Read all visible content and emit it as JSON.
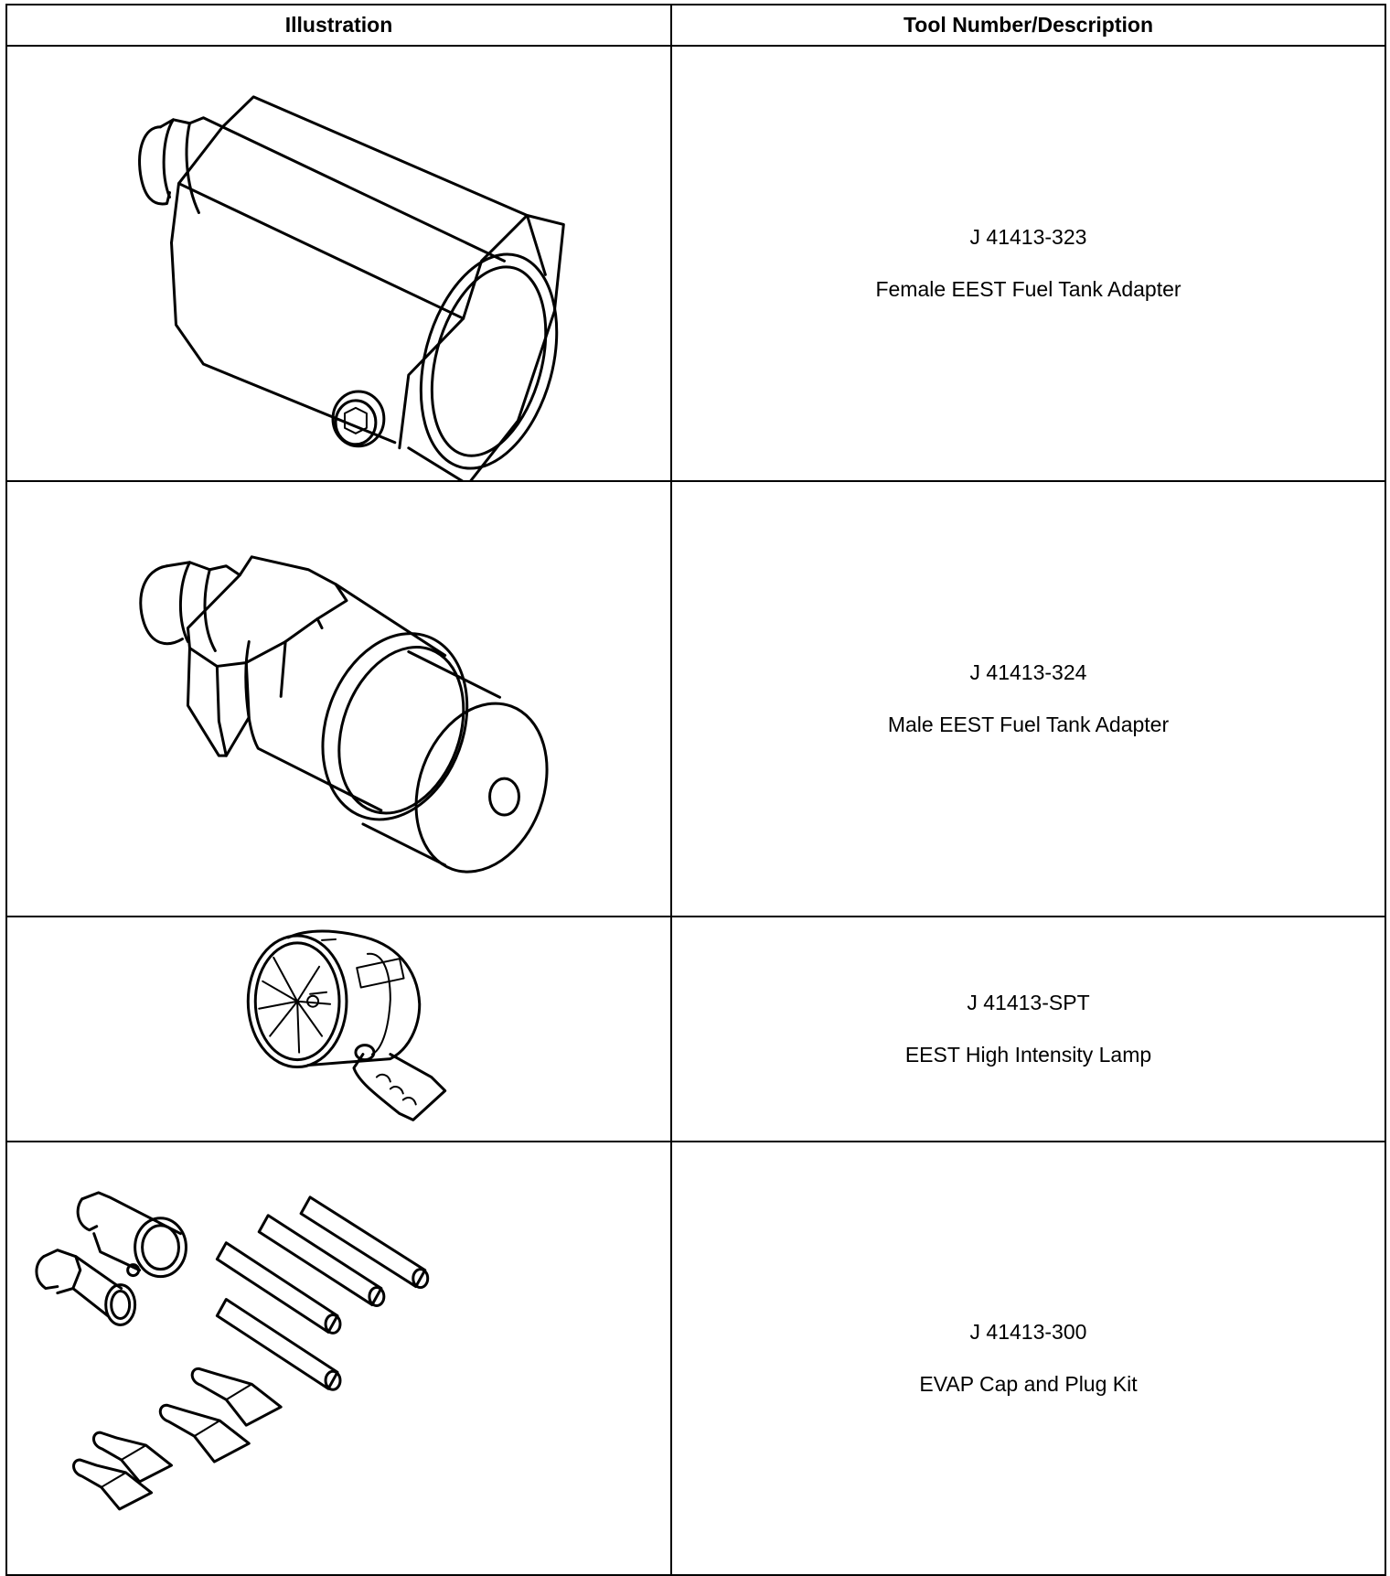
{
  "table": {
    "headers": {
      "illustration": "Illustration",
      "tool": "Tool Number/Description"
    },
    "rows": [
      {
        "number": "J 41413-323",
        "description": "Female EEST Fuel Tank Adapter",
        "icon": "female-fuel-tank-adapter-illustration"
      },
      {
        "number": "J 41413-324",
        "description": "Male EEST Fuel Tank Adapter",
        "icon": "male-fuel-tank-adapter-illustration"
      },
      {
        "number": "J 41413-SPT",
        "description": "EEST High Intensity Lamp",
        "icon": "high-intensity-lamp-illustration"
      },
      {
        "number": "J 41413-300",
        "description": "EVAP Cap and Plug Kit",
        "icon": "cap-and-plug-kit-illustration"
      }
    ]
  }
}
